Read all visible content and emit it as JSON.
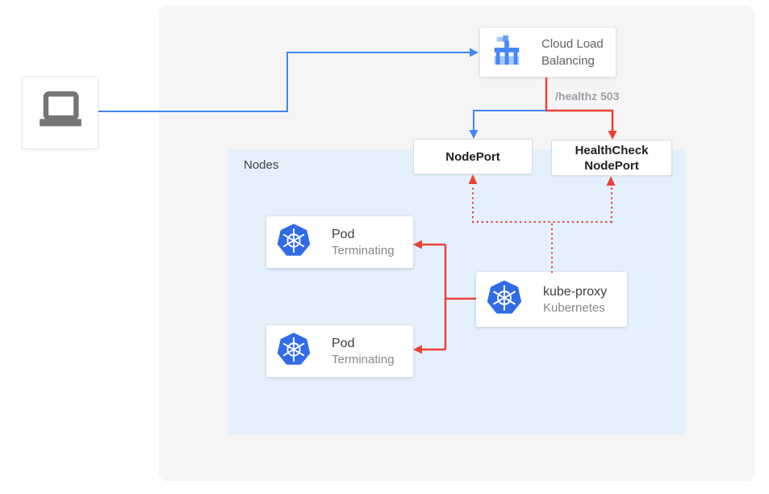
{
  "groups": {
    "nodes_label": "Nodes"
  },
  "nodes": {
    "client": {
      "icon": "laptop-icon"
    },
    "cloud_load_balancing": {
      "label": "Cloud Load Balancing",
      "icon": "cloud-load-balancing-icon"
    },
    "nodeport": {
      "label": "NodePort"
    },
    "healthcheck_nodeport": {
      "label": "HealthCheck NodePort"
    },
    "kube_proxy": {
      "label": "kube-proxy",
      "sublabel": "Kubernetes",
      "icon": "kubernetes-icon"
    }
  },
  "pods": [
    {
      "label": "Pod",
      "status": "Terminating",
      "icon": "kubernetes-icon"
    },
    {
      "label": "Pod",
      "status": "Terminating",
      "icon": "kubernetes-icon"
    }
  ],
  "edges": {
    "healthz_label": "/healthz 503",
    "traffic_color": "#4285F4",
    "health_color": "#EA4335"
  },
  "colors": {
    "canvas_bg": "#FFFFFF",
    "outer_panel_bg": "#F5F5F6",
    "nodes_panel_bg": "#E4F1FC",
    "kubernetes_blue": "#326CE5",
    "google_blue": "#4285F4",
    "google_red": "#EA4335",
    "text_primary": "#3C4043",
    "text_secondary": "#85898D",
    "text_bold_dark": "#202124",
    "healthz_text": "#9AA0A6",
    "laptop_gray": "#757575"
  }
}
